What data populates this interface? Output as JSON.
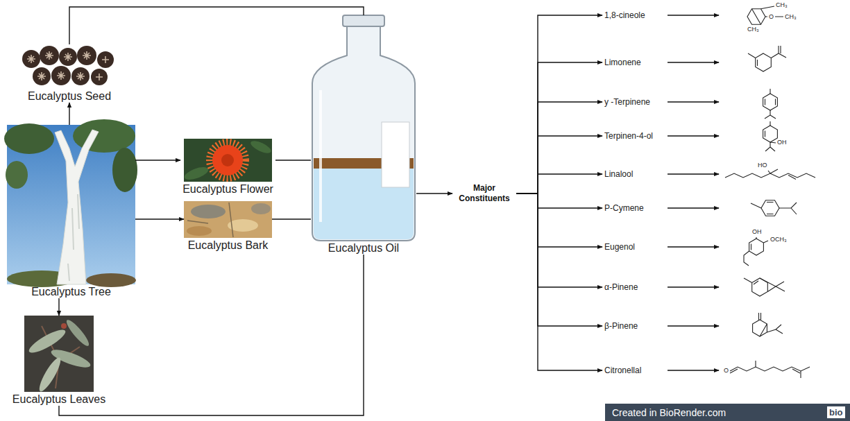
{
  "diagram": {
    "nodes": [
      {
        "text": [
          "Eucalyptus Seed"
        ]
      },
      {
        "text": [
          "Eucalyptus Tree"
        ]
      },
      {
        "text": [
          "Eucalyptus Flower"
        ]
      },
      {
        "text": [
          "Eucalyptus Bark"
        ]
      },
      {
        "text": [
          "Eucalyptus Oil"
        ]
      },
      {
        "text": [
          "Eucalyptus Leaves"
        ]
      },
      {
        "text": [
          "Major Constituents"
        ]
      },
      {
        "text": [
          "1,8-cineole"
        ]
      },
      {
        "text": [
          "Limonene"
        ]
      },
      {
        "text": [
          "y -Terpinene"
        ]
      },
      {
        "text": [
          "Terpinen-4-ol"
        ]
      },
      {
        "text": [
          "Linalool"
        ]
      },
      {
        "text": [
          "P-Cymene"
        ]
      },
      {
        "text": [
          "Eugenol"
        ]
      },
      {
        "text": [
          "α-Pinene"
        ]
      },
      {
        "text": [
          "β-Pinene"
        ]
      },
      {
        "text": [
          "Citronellal"
        ]
      }
    ],
    "edges": [
      {
        "from": 1,
        "to": 0,
        "arrow": "to"
      },
      {
        "from": 1,
        "to": 2,
        "arrow": "to"
      },
      {
        "from": 1,
        "to": 3,
        "arrow": "to"
      },
      {
        "from": 1,
        "to": 5,
        "arrow": "to"
      },
      {
        "from": 0,
        "to": 4,
        "arrow": "none"
      },
      {
        "from": 2,
        "to": 4,
        "arrow": "none"
      },
      {
        "from": 3,
        "to": 4,
        "arrow": "none"
      },
      {
        "from": 5,
        "to": 4,
        "arrow": "none"
      },
      {
        "from": 4,
        "to": 6,
        "arrow": "to"
      },
      {
        "from": 6,
        "to": 7,
        "arrow": "to"
      },
      {
        "from": 6,
        "to": 8,
        "arrow": "to"
      },
      {
        "from": 6,
        "to": 9,
        "arrow": "to"
      },
      {
        "from": 6,
        "to": 10,
        "arrow": "to"
      },
      {
        "from": 6,
        "to": 11,
        "arrow": "to"
      },
      {
        "from": 6,
        "to": 12,
        "arrow": "to"
      },
      {
        "from": 6,
        "to": 13,
        "arrow": "to"
      },
      {
        "from": 6,
        "to": 14,
        "arrow": "to"
      },
      {
        "from": 6,
        "to": 15,
        "arrow": "to"
      },
      {
        "from": 6,
        "to": 16,
        "arrow": "to"
      }
    ],
    "labels": [
      "CH₃",
      "CH₃",
      "O",
      "CH₃",
      "OH",
      "HO",
      "OH",
      "OCH₃",
      "O",
      "Created in BioRender.com",
      "bio"
    ]
  }
}
